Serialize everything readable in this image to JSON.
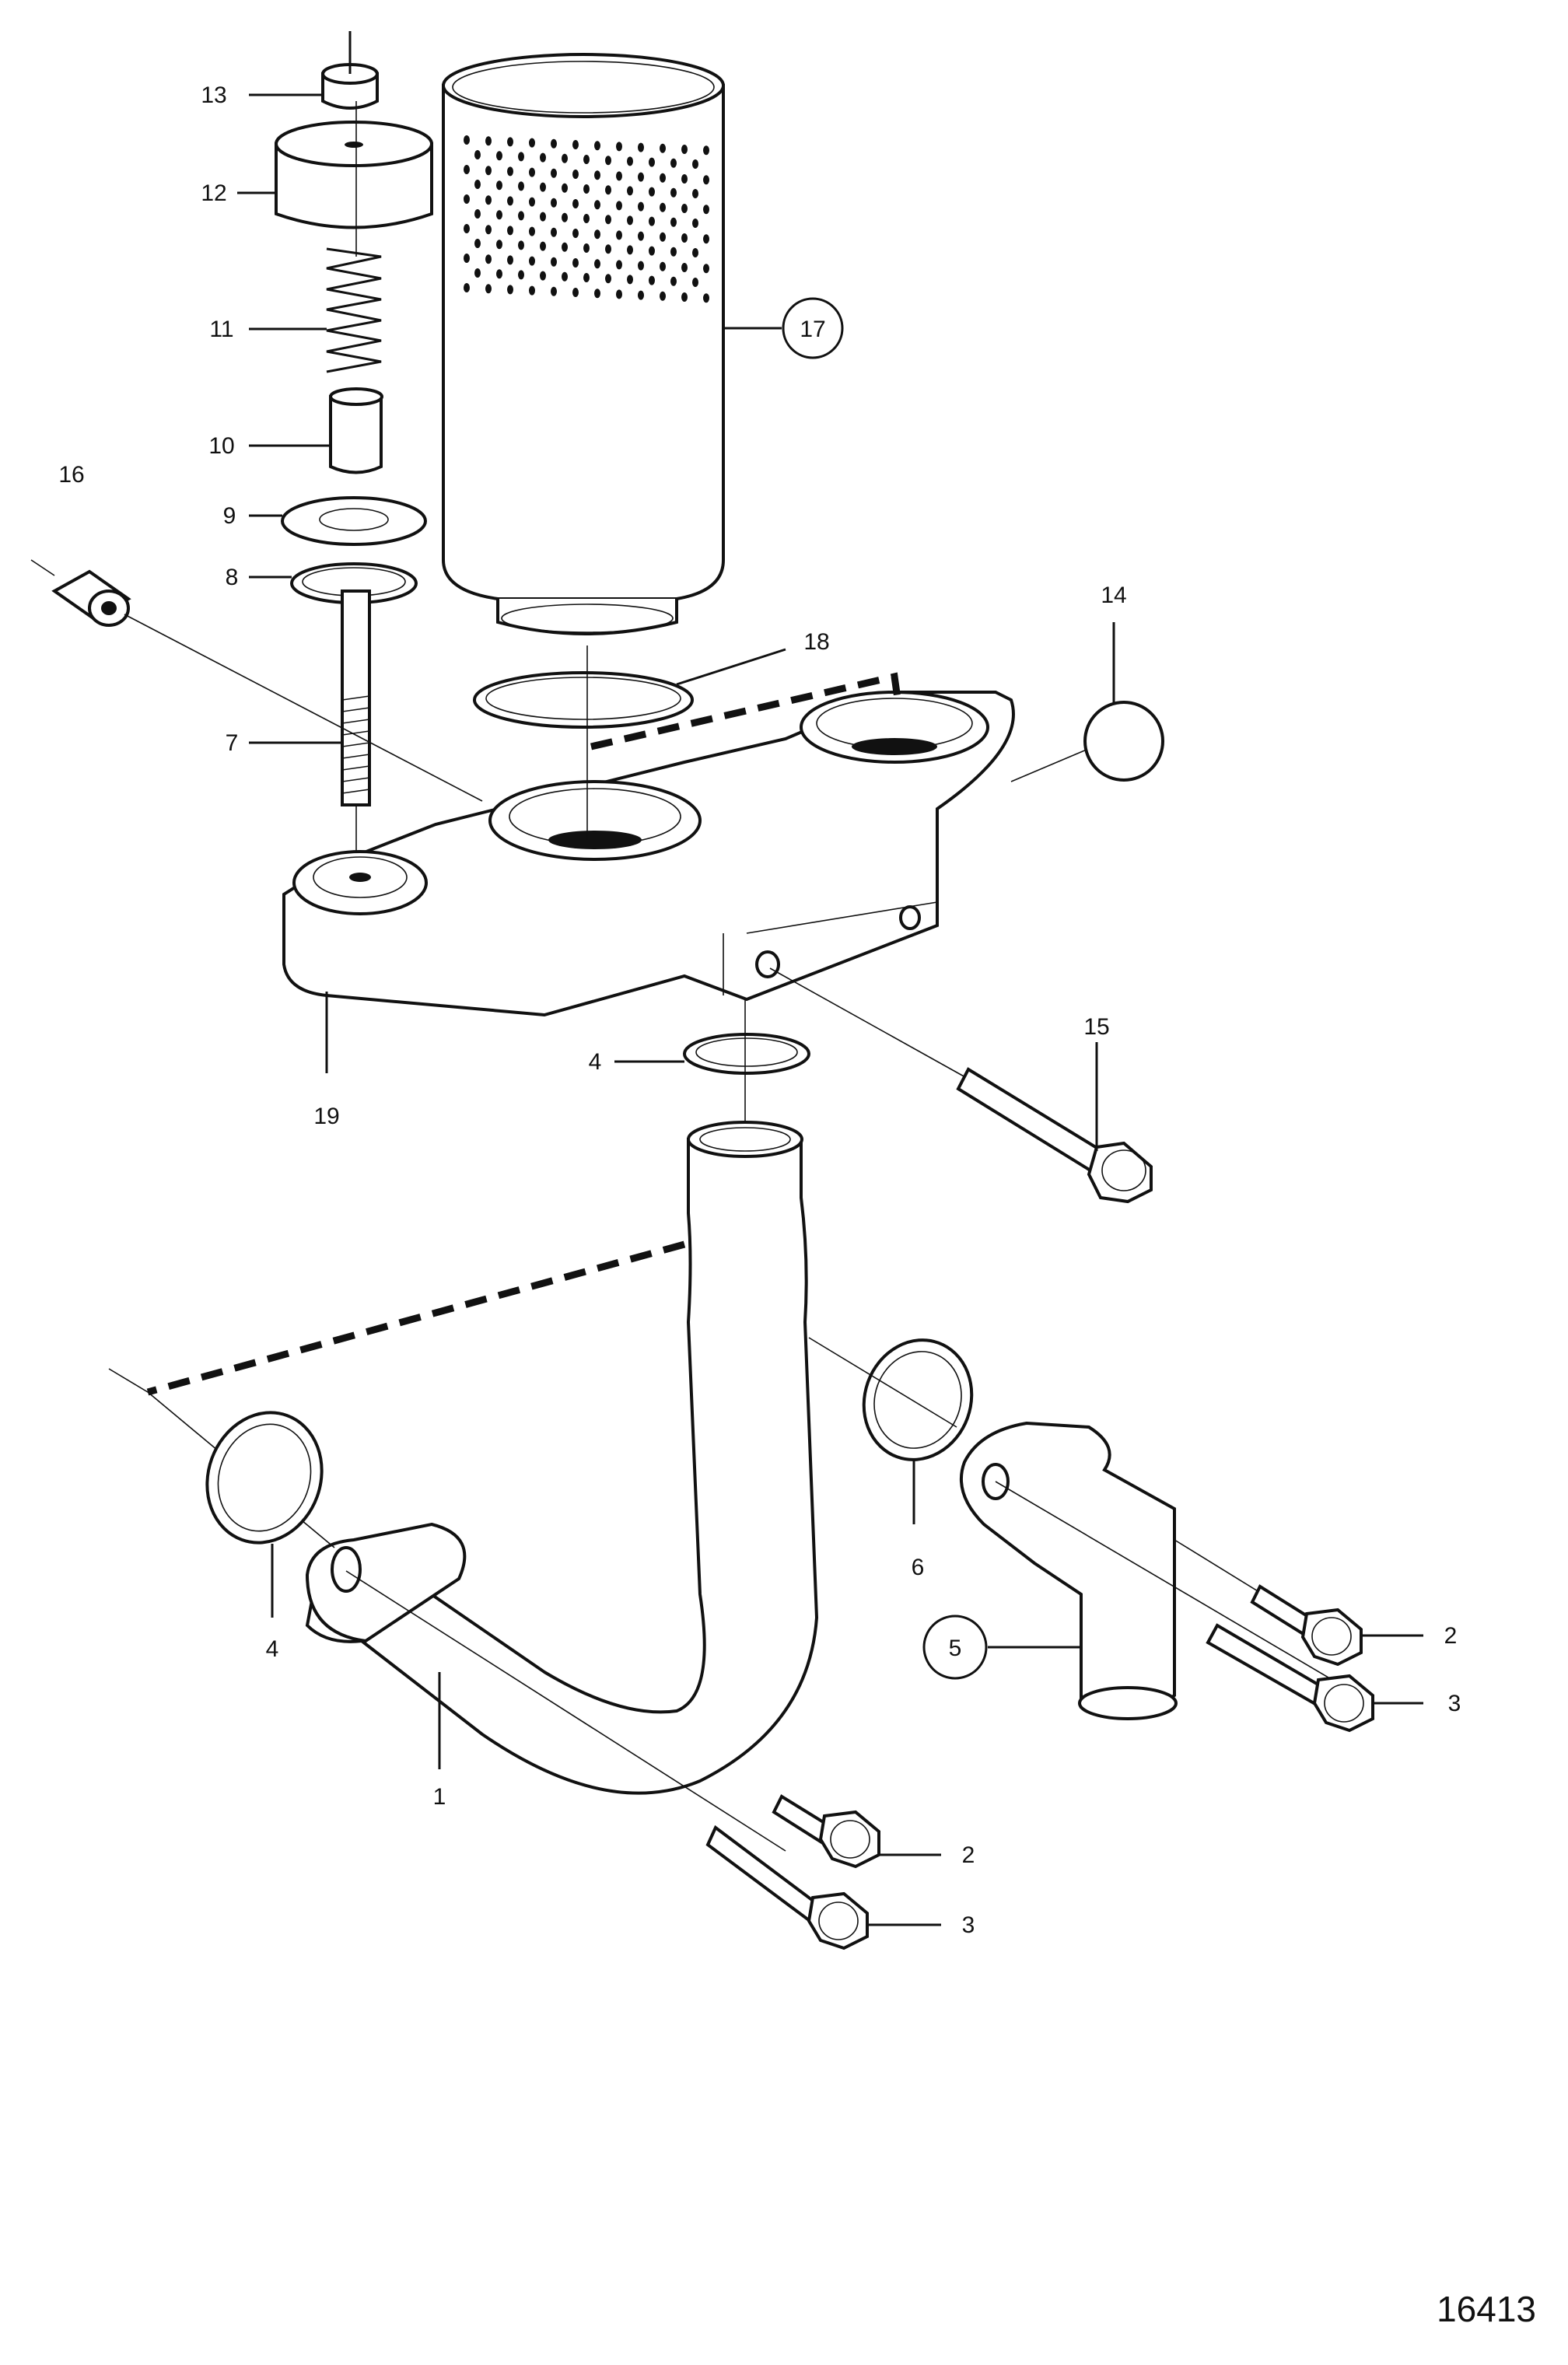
{
  "callouts": {
    "p1": "1",
    "p2a": "2",
    "p2b": "2",
    "p3a": "3",
    "p3b": "3",
    "p4a": "4",
    "p4b": "4",
    "p5": "5",
    "p6": "6",
    "p7": "7",
    "p8": "8",
    "p9": "9",
    "p10": "10",
    "p11": "11",
    "p12": "12",
    "p13": "13",
    "p14": "14",
    "p15": "15",
    "p16": "16",
    "p17": "17",
    "p18": "18",
    "p19": "19"
  },
  "reference_number": "16413"
}
